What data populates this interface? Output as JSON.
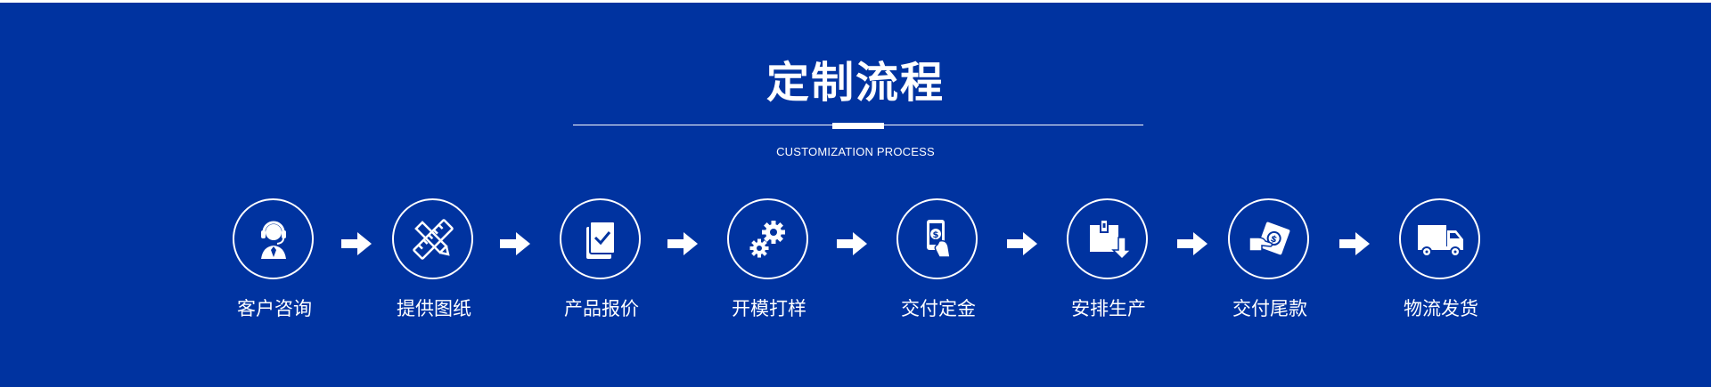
{
  "section": {
    "title": "定制流程",
    "subtitle": "CUSTOMIZATION PROCESS"
  },
  "steps": [
    {
      "label": "客户咨询",
      "icon": "customer-service-icon"
    },
    {
      "label": "提供图纸",
      "icon": "drawing-tools-icon"
    },
    {
      "label": "产品报价",
      "icon": "quote-document-icon"
    },
    {
      "label": "开模打样",
      "icon": "gears-icon"
    },
    {
      "label": "交付定金",
      "icon": "deposit-payment-icon"
    },
    {
      "label": "安排生产",
      "icon": "production-box-icon"
    },
    {
      "label": "交付尾款",
      "icon": "final-payment-icon"
    },
    {
      "label": "物流发货",
      "icon": "delivery-truck-icon"
    }
  ],
  "colors": {
    "background": "#0033a0",
    "foreground": "#ffffff"
  }
}
